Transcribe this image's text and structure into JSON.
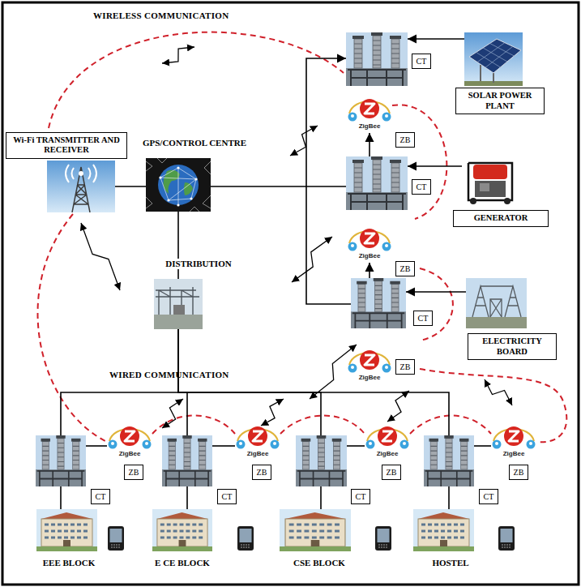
{
  "diagram": {
    "nodes": [
      {
        "text": [
          "Wi-Fi TRANSMITTER AND RECEIVER"
        ]
      },
      {
        "text": [
          "GPS/CONTROL CENTRE"
        ]
      },
      {
        "text": [
          "DISTRIBUTION"
        ]
      },
      {
        "text": [
          "CT"
        ]
      },
      {
        "text": [
          "SOLAR POWER PLANT"
        ]
      },
      {
        "text": [
          "ZigBee",
          "ZB"
        ]
      },
      {
        "text": [
          "CT"
        ]
      },
      {
        "text": [
          "GENERATOR"
        ]
      },
      {
        "text": [
          "ZigBee",
          "ZB"
        ]
      },
      {
        "text": [
          "CT"
        ]
      },
      {
        "text": [
          "ELECTRICITY BOARD"
        ]
      },
      {
        "text": [
          "ZigBee",
          "ZB"
        ]
      },
      {
        "text": [
          "CT"
        ]
      },
      {
        "text": [
          "ZigBee",
          "ZB"
        ]
      },
      {
        "text": [
          "EEE BLOCK"
        ]
      },
      {
        "text": [
          "CT"
        ]
      },
      {
        "text": [
          "ZigBee",
          "ZB"
        ]
      },
      {
        "text": [
          "E CE BLOCK"
        ]
      },
      {
        "text": [
          "CT"
        ]
      },
      {
        "text": [
          "ZigBee",
          "ZB"
        ]
      },
      {
        "text": [
          "CSE BLOCK"
        ]
      },
      {
        "text": [
          "CT"
        ]
      },
      {
        "text": [
          "ZigBee",
          "ZB"
        ]
      },
      {
        "text": [
          "HOSTEL"
        ]
      }
    ],
    "edges": [
      {
        "from": 0,
        "to": 1,
        "arrow": "none"
      },
      {
        "from": 1,
        "to": 6,
        "arrow": "none"
      },
      {
        "from": 1,
        "to": 2,
        "arrow": "none"
      },
      {
        "from": 4,
        "to": 3,
        "arrow": "to"
      },
      {
        "from": 7,
        "to": 6,
        "arrow": "to"
      },
      {
        "from": 10,
        "to": 9,
        "arrow": "to"
      },
      {
        "from": 6,
        "to": 5,
        "arrow": "to"
      },
      {
        "from": 9,
        "to": 8,
        "arrow": "to"
      },
      {
        "from": 9,
        "to": 3,
        "arrow": "to"
      },
      {
        "from": 2,
        "to": 12,
        "arrow": "none"
      },
      {
        "from": 2,
        "to": 15,
        "arrow": "none"
      },
      {
        "from": 2,
        "to": 18,
        "arrow": "none"
      },
      {
        "from": 2,
        "to": 21,
        "arrow": "none"
      },
      {
        "from": 12,
        "to": 13,
        "arrow": "none"
      },
      {
        "from": 15,
        "to": 16,
        "arrow": "none"
      },
      {
        "from": 18,
        "to": 19,
        "arrow": "none"
      },
      {
        "from": 21,
        "to": 22,
        "arrow": "none"
      },
      {
        "from": 12,
        "to": 14,
        "arrow": "none"
      },
      {
        "from": 15,
        "to": 17,
        "arrow": "none"
      },
      {
        "from": 18,
        "to": 20,
        "arrow": "none"
      },
      {
        "from": 21,
        "to": 23,
        "arrow": "none"
      }
    ],
    "labels": [
      "WIRELESS COMMUNICATION",
      "WIRED COMMUNICATION"
    ]
  }
}
